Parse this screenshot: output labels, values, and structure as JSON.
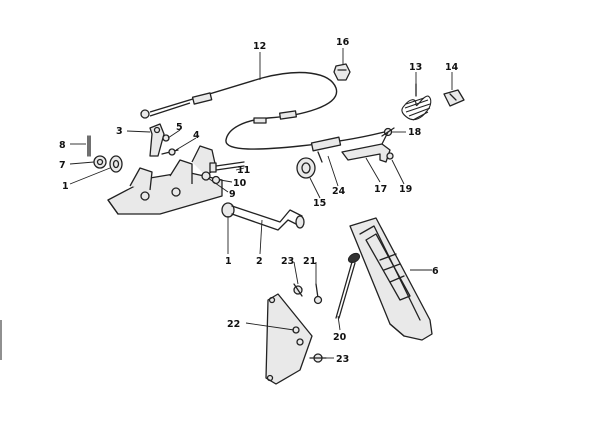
{
  "callouts": {
    "c1a": "1",
    "c1b": "1",
    "c2": "2",
    "c3": "3",
    "c4": "4",
    "c5": "5",
    "c6": "6",
    "c7": "7",
    "c8": "8",
    "c9": "9",
    "c10": "10",
    "c11": "11",
    "c12": "12",
    "c13": "13",
    "c14": "14",
    "c15": "15",
    "c16": "16",
    "c17": "17",
    "c18": "18",
    "c19": "19",
    "c20": "20",
    "c21": "21",
    "c22": "22",
    "c23a": "23",
    "c23b": "23",
    "c24": "24"
  }
}
